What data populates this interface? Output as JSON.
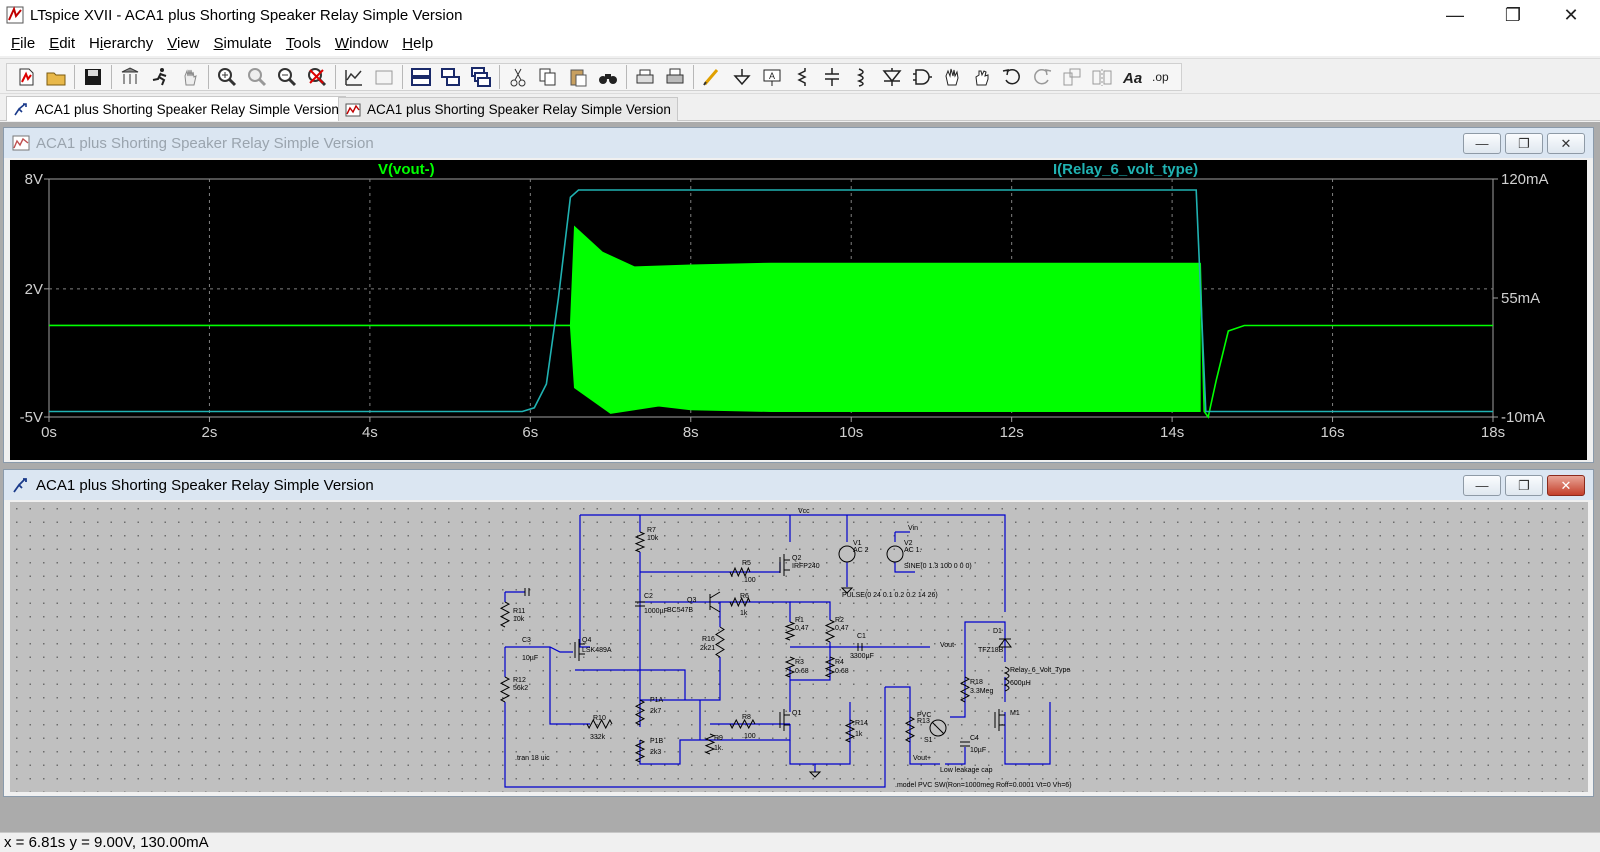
{
  "window": {
    "title": "LTspice XVII - ACA1 plus Shorting Speaker Relay Simple Version",
    "minimize": "—",
    "maximize": "❐",
    "close": "✕"
  },
  "menu": [
    {
      "label": "File",
      "key": "F"
    },
    {
      "label": "Edit",
      "key": "E"
    },
    {
      "label": "Hierarchy",
      "key": "i"
    },
    {
      "label": "View",
      "key": "V"
    },
    {
      "label": "Simulate",
      "key": "S"
    },
    {
      "label": "Tools",
      "key": "T"
    },
    {
      "label": "Window",
      "key": "W"
    },
    {
      "label": "Help",
      "key": "H"
    }
  ],
  "toolbar_icons": [
    "new-schematic-icon",
    "open-icon",
    "save-icon",
    "control-panel-icon",
    "run-icon",
    "halt-icon",
    "zoom-in-icon",
    "pan-icon",
    "zoom-out-icon",
    "zoom-cancel-icon",
    "autorange-icon",
    "fit-icon",
    "tile-horizontal-icon",
    "tile-vertical-icon",
    "cascade-icon",
    "cut-icon",
    "copy-icon",
    "paste-icon",
    "find-icon",
    "print-setup-icon",
    "print-icon",
    "draw-wire-icon",
    "ground-icon",
    "label-net-icon",
    "resistor-icon",
    "capacitor-icon",
    "inductor-icon",
    "diode-icon",
    "component-icon",
    "move-icon",
    "drag-icon",
    "undo-icon",
    "redo-icon",
    "rotate-icon",
    "mirror-icon",
    "text-icon",
    "spice-directive-icon"
  ],
  "tabs": [
    {
      "label": "ACA1 plus Shorting Speaker Relay Simple Version",
      "active": true
    },
    {
      "label": "ACA1 plus Shorting Speaker Relay Simple Version",
      "active": false
    }
  ],
  "plot_window": {
    "title": "ACA1 plus Shorting Speaker Relay Simple Version"
  },
  "schematic_window": {
    "title": "ACA1 plus Shorting Speaker Relay Simple Version"
  },
  "colors": {
    "trace_v": "#00ff00",
    "trace_i": "#20b2b2",
    "plot_bg": "#000000",
    "wire": "#0000cc"
  },
  "chart_data": {
    "type": "line",
    "title": "",
    "xlabel": "",
    "ylabel": "",
    "x_ticks": [
      "0s",
      "2s",
      "4s",
      "6s",
      "8s",
      "10s",
      "12s",
      "14s",
      "16s",
      "18s"
    ],
    "xlim": [
      0,
      18
    ],
    "y_left_ticks": [
      "8V",
      "2V",
      "-5V"
    ],
    "ylim_left": [
      -5,
      8
    ],
    "y_right_ticks": [
      "120mA",
      "55mA",
      "-10mA"
    ],
    "ylim_right": [
      -10,
      120
    ],
    "grid": true,
    "series": [
      {
        "name": "V(vout-)",
        "axis": "left",
        "envelope_upper": [
          [
            0,
            0
          ],
          [
            6.5,
            0
          ],
          [
            6.55,
            5.4
          ],
          [
            6.9,
            4.0
          ],
          [
            7.3,
            3.2
          ],
          [
            8,
            3.3
          ],
          [
            9,
            3.4
          ],
          [
            14.3,
            3.4
          ],
          [
            14.35,
            3.4
          ]
        ],
        "envelope_lower": [
          [
            0,
            0
          ],
          [
            6.5,
            0
          ],
          [
            6.55,
            -3.4
          ],
          [
            7,
            -4.8
          ],
          [
            7.6,
            -4.4
          ],
          [
            8,
            -4.6
          ],
          [
            9,
            -4.7
          ],
          [
            14.3,
            -4.7
          ],
          [
            14.35,
            -4.7
          ]
        ],
        "release": [
          [
            14.35,
            3.4
          ],
          [
            14.4,
            -4.7
          ],
          [
            14.45,
            -5.0
          ],
          [
            14.55,
            -3.0
          ],
          [
            14.7,
            -0.3
          ],
          [
            14.9,
            0
          ],
          [
            18,
            0
          ]
        ]
      },
      {
        "name": "I(Relay_6_volt_type)",
        "axis": "right",
        "points": [
          [
            0,
            -7
          ],
          [
            5.9,
            -7
          ],
          [
            6.05,
            -5
          ],
          [
            6.2,
            8
          ],
          [
            6.35,
            55
          ],
          [
            6.5,
            110
          ],
          [
            6.6,
            114
          ],
          [
            14.3,
            114
          ],
          [
            14.42,
            -7
          ],
          [
            18,
            -7
          ]
        ]
      }
    ]
  },
  "schematic_labels": [
    "Vcc",
    "Vin",
    "R7",
    "10k",
    "V1",
    "AC 2",
    "V2",
    "AC 1.",
    "SINE(0 1.3 100 0 0 0)",
    "R5",
    ".100",
    "Q2",
    "IRFP240",
    "PULSE(0 24 0.1 0.2 0.2 14 26)",
    "R11",
    "10k",
    "C2",
    "1000µF",
    "Q3",
    "BC547B",
    "R6",
    "1k",
    "R1",
    "0.47",
    "R2",
    "0.47",
    "D1",
    "TFZ18B",
    "C3",
    "10µF",
    "Q4",
    "LSK489A",
    "R16",
    "2k21",
    "C1",
    "3300µF",
    "Vout-",
    "R12",
    "56k2",
    "R3",
    "0.68",
    "R4",
    "0.68",
    "R18",
    "3.3Meg",
    "Relay_6_Volt_Type",
    "600µH",
    "P1A",
    "2k7",
    "R10",
    "332k",
    "R8",
    ".100",
    "Q1",
    "R9",
    "1k.",
    "R14",
    "1k",
    "R13",
    "PVC",
    "S1",
    "M1",
    "C4",
    "10µF",
    "P1B",
    "2k3",
    "Vout+",
    "Low leakage cap",
    ".tran 18 uic",
    ".model PVC SW(Ron=1000meg Roff=0.0001 Vt=0 Vh=6)"
  ],
  "status": {
    "readout": "x = 6.81s    y = 9.00V, 130.00mA"
  }
}
